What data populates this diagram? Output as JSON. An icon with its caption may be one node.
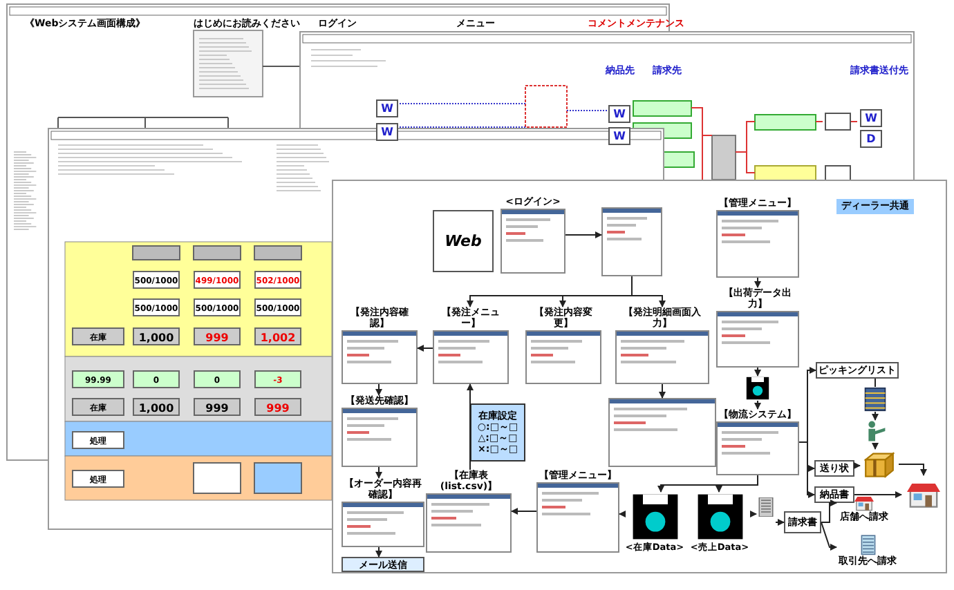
{
  "diagram": {
    "title": "《Webシステム画面構成》",
    "nodes": [
      {
        "text": [
          "Web"
        ]
      },
      {
        "text": [
          "<ログイン>"
        ]
      },
      {
        "text": [],
        "shape": "picture"
      },
      {
        "text": [
          "【発注内容確認】"
        ]
      },
      {
        "text": [
          "【発注メニュー】"
        ]
      },
      {
        "text": [
          "【発注内容変更】"
        ]
      },
      {
        "text": [
          "【発注明細画面入力】"
        ]
      },
      {
        "text": [],
        "shape": "picture"
      },
      {
        "text": [
          "【管理メニュー】"
        ]
      },
      {
        "text": [
          "【出荷データ出力】"
        ]
      },
      {
        "text": [],
        "shape": "picture"
      },
      {
        "text": [
          "【物流システム】"
        ]
      },
      {
        "text": [
          "【発送先確認】"
        ]
      },
      {
        "text": [
          "【オーダー内容再確認】"
        ]
      },
      {
        "text": [
          "メール送信"
        ]
      },
      {
        "text": [
          "在庫設定 ○:□～□ △:□～□ ×:□～□"
        ]
      },
      {
        "text": [
          "【在庫表(list.csv)】"
        ]
      },
      {
        "text": [
          "【管理メニュー】"
        ]
      },
      {
        "text": [
          "<在庫Data>"
        ]
      },
      {
        "text": [
          "<売上Data>"
        ]
      },
      {
        "text": [],
        "shape": "picture"
      },
      {
        "text": [
          "請求書"
        ]
      },
      {
        "text": [
          "店舗へ請求"
        ]
      },
      {
        "text": [
          "取引先へ請求"
        ]
      },
      {
        "text": [
          "ピッキングリスト"
        ]
      },
      {
        "text": [],
        "shape": "picture"
      },
      {
        "text": [],
        "shape": "person"
      },
      {
        "text": [],
        "shape": "picture"
      },
      {
        "text": [
          "送り状"
        ]
      },
      {
        "text": [
          "納品書"
        ]
      },
      {
        "text": [],
        "shape": "picture"
      }
    ],
    "edges": [
      {
        "from": 1,
        "to": 2,
        "arrow": "to"
      },
      {
        "from": 2,
        "to": 4,
        "arrow": "to"
      },
      {
        "from": 2,
        "to": 5,
        "arrow": "to"
      },
      {
        "from": 2,
        "to": 6,
        "arrow": "to"
      },
      {
        "from": 4,
        "to": 3,
        "arrow": "to"
      },
      {
        "from": 3,
        "to": 12,
        "arrow": "to"
      },
      {
        "from": 12,
        "to": 13,
        "arrow": "to"
      },
      {
        "from": 13,
        "to": 14,
        "arrow": "to"
      },
      {
        "from": 16,
        "to": 4,
        "arrow": "to"
      },
      {
        "from": 6,
        "to": 7,
        "arrow": "to"
      },
      {
        "from": 8,
        "to": 9,
        "arrow": "to"
      },
      {
        "from": 9,
        "to": 10,
        "arrow": "to"
      },
      {
        "from": 10,
        "to": 11,
        "arrow": "to"
      },
      {
        "from": 11,
        "to": 18,
        "arrow": "to"
      },
      {
        "from": 11,
        "to": 19,
        "arrow": "to"
      },
      {
        "from": 11,
        "to": 24,
        "arrow": "to"
      },
      {
        "from": 11,
        "to": 28,
        "arrow": "to"
      },
      {
        "from": 11,
        "to": 29,
        "arrow": "to"
      },
      {
        "from": 24,
        "to": 25,
        "arrow": "none"
      },
      {
        "from": 25,
        "to": 26,
        "arrow": "to"
      },
      {
        "from": 26,
        "to": 27,
        "arrow": "to"
      },
      {
        "from": 28,
        "to": 27,
        "arrow": "to"
      },
      {
        "from": 29,
        "to": 30,
        "arrow": "to"
      },
      {
        "from": 27,
        "to": 30,
        "arrow": "to"
      },
      {
        "from": 18,
        "to": 17,
        "arrow": "to"
      },
      {
        "from": 17,
        "to": 16,
        "arrow": "to"
      },
      {
        "from": 19,
        "to": 20,
        "arrow": "to"
      },
      {
        "from": 20,
        "to": 21,
        "arrow": "to"
      },
      {
        "from": 21,
        "to": 22,
        "arrow": "to"
      },
      {
        "from": 21,
        "to": 23,
        "arrow": "to"
      }
    ],
    "labels": [
      "はじめにお読みください",
      "ログイン",
      "メニュー",
      "コメントメンテナンス",
      "納品先",
      "請求先",
      "請求書送付先",
      "W",
      "W",
      "W",
      "W",
      "W",
      "D",
      "500/1000",
      "499/1000",
      "502/1000",
      "500/1000",
      "500/1000",
      "500/1000",
      "在庫",
      "1,000",
      "999",
      "1,002",
      "99.99",
      "0",
      "0",
      "-3",
      "在庫",
      "1,000",
      "999",
      "999",
      "処理",
      "処理",
      "ディーラー共通"
    ]
  }
}
